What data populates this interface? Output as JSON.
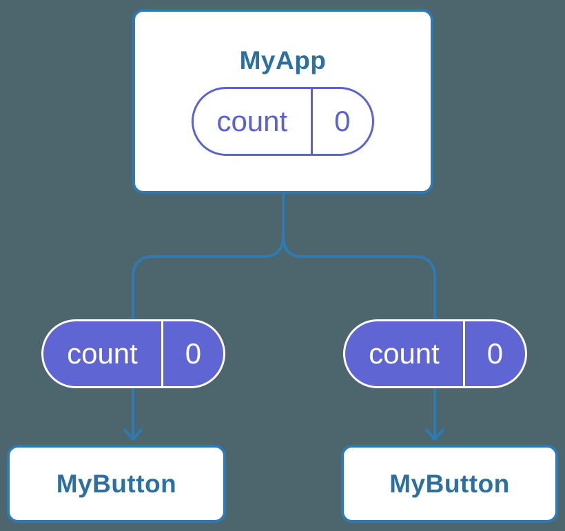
{
  "diagram": {
    "type": "component-tree",
    "root": {
      "title": "MyApp",
      "state": {
        "name": "count",
        "value": "0"
      }
    },
    "children": [
      {
        "title": "MyButton",
        "prop": {
          "name": "count",
          "value": "0"
        }
      },
      {
        "title": "MyButton",
        "prop": {
          "name": "count",
          "value": "0"
        }
      }
    ],
    "colors": {
      "background": "#4d666e",
      "connector_stroke": "#2d7bb2",
      "node_border": "#2d7bb2",
      "node_text": "#2d6f9e",
      "node_background": "#ffffff",
      "pill_fill_purple": "#5f65d3",
      "pill_outline_purple": "#5c61d0",
      "pill_text_on_purple": "#ffffff"
    }
  }
}
